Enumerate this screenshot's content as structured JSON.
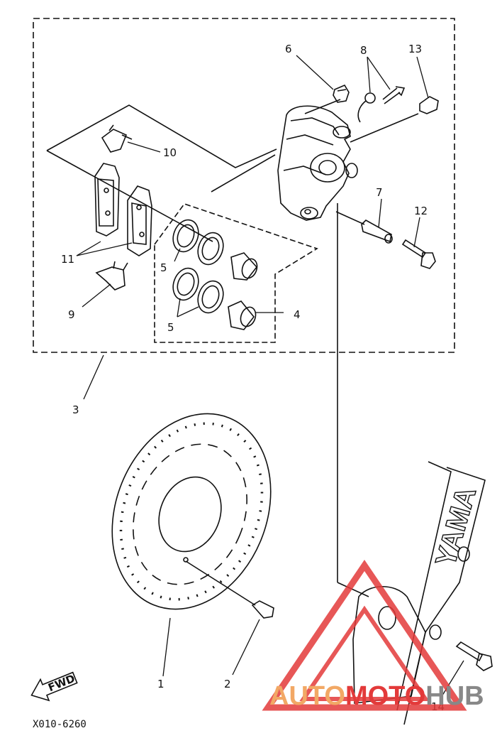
{
  "diagram": {
    "drawing_code": "X010-6260",
    "fwd_label": "FWD",
    "fork_lettering": "YAMA",
    "callouts": {
      "c1": "1",
      "c2": "2",
      "c3": "3",
      "c4": "4",
      "c5a": "5",
      "c5b": "5",
      "c6": "6",
      "c7": "7",
      "c8": "8",
      "c9": "9",
      "c10": "10",
      "c11": "11",
      "c12": "12",
      "c13": "13",
      "c14": "14"
    }
  },
  "watermark": {
    "part1": "AUTO",
    "part2": "MOTO",
    "part3": "HUB",
    "color_triangle": "#e33a3a",
    "color_auto": "#f2a865",
    "color_moto": "#e33a3a",
    "color_hub": "#888888"
  }
}
